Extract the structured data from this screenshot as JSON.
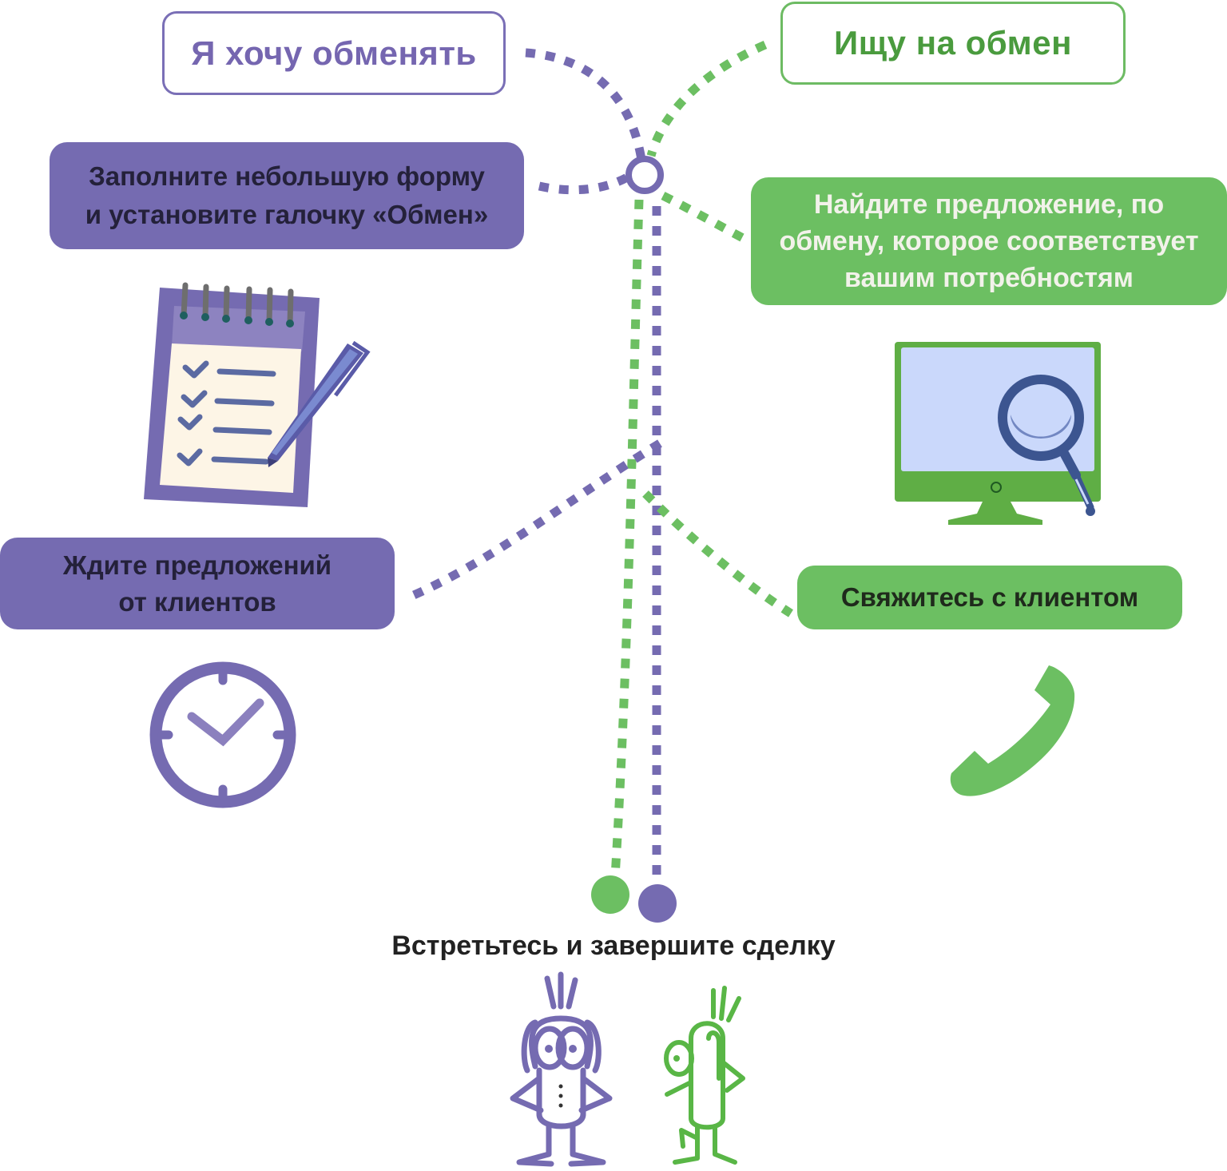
{
  "colors": {
    "purple": "#756bb1",
    "green": "#6cbf62",
    "dark_text": "#24213a",
    "light_text": "#f2f2ea"
  },
  "headers": {
    "left": "Я хочу обменять",
    "right": "Ищу на обмен"
  },
  "left_steps": [
    {
      "text": "Заполните небольшую форму\nи установите галочку «Обмен»",
      "icon": "notepad-checklist-icon"
    },
    {
      "text": "Ждите предложений\nот клиентов",
      "icon": "clock-icon"
    }
  ],
  "right_steps": [
    {
      "text": "Найдите предложение, по\nобмену, которое соответствует\nвашим потребностям",
      "icon": "monitor-search-icon"
    },
    {
      "text": "Свяжитесь с клиентом",
      "icon": "phone-icon"
    }
  ],
  "final_step": {
    "text": "Встретьтесь и завершите сделку",
    "icon": "two-characters-icon"
  }
}
